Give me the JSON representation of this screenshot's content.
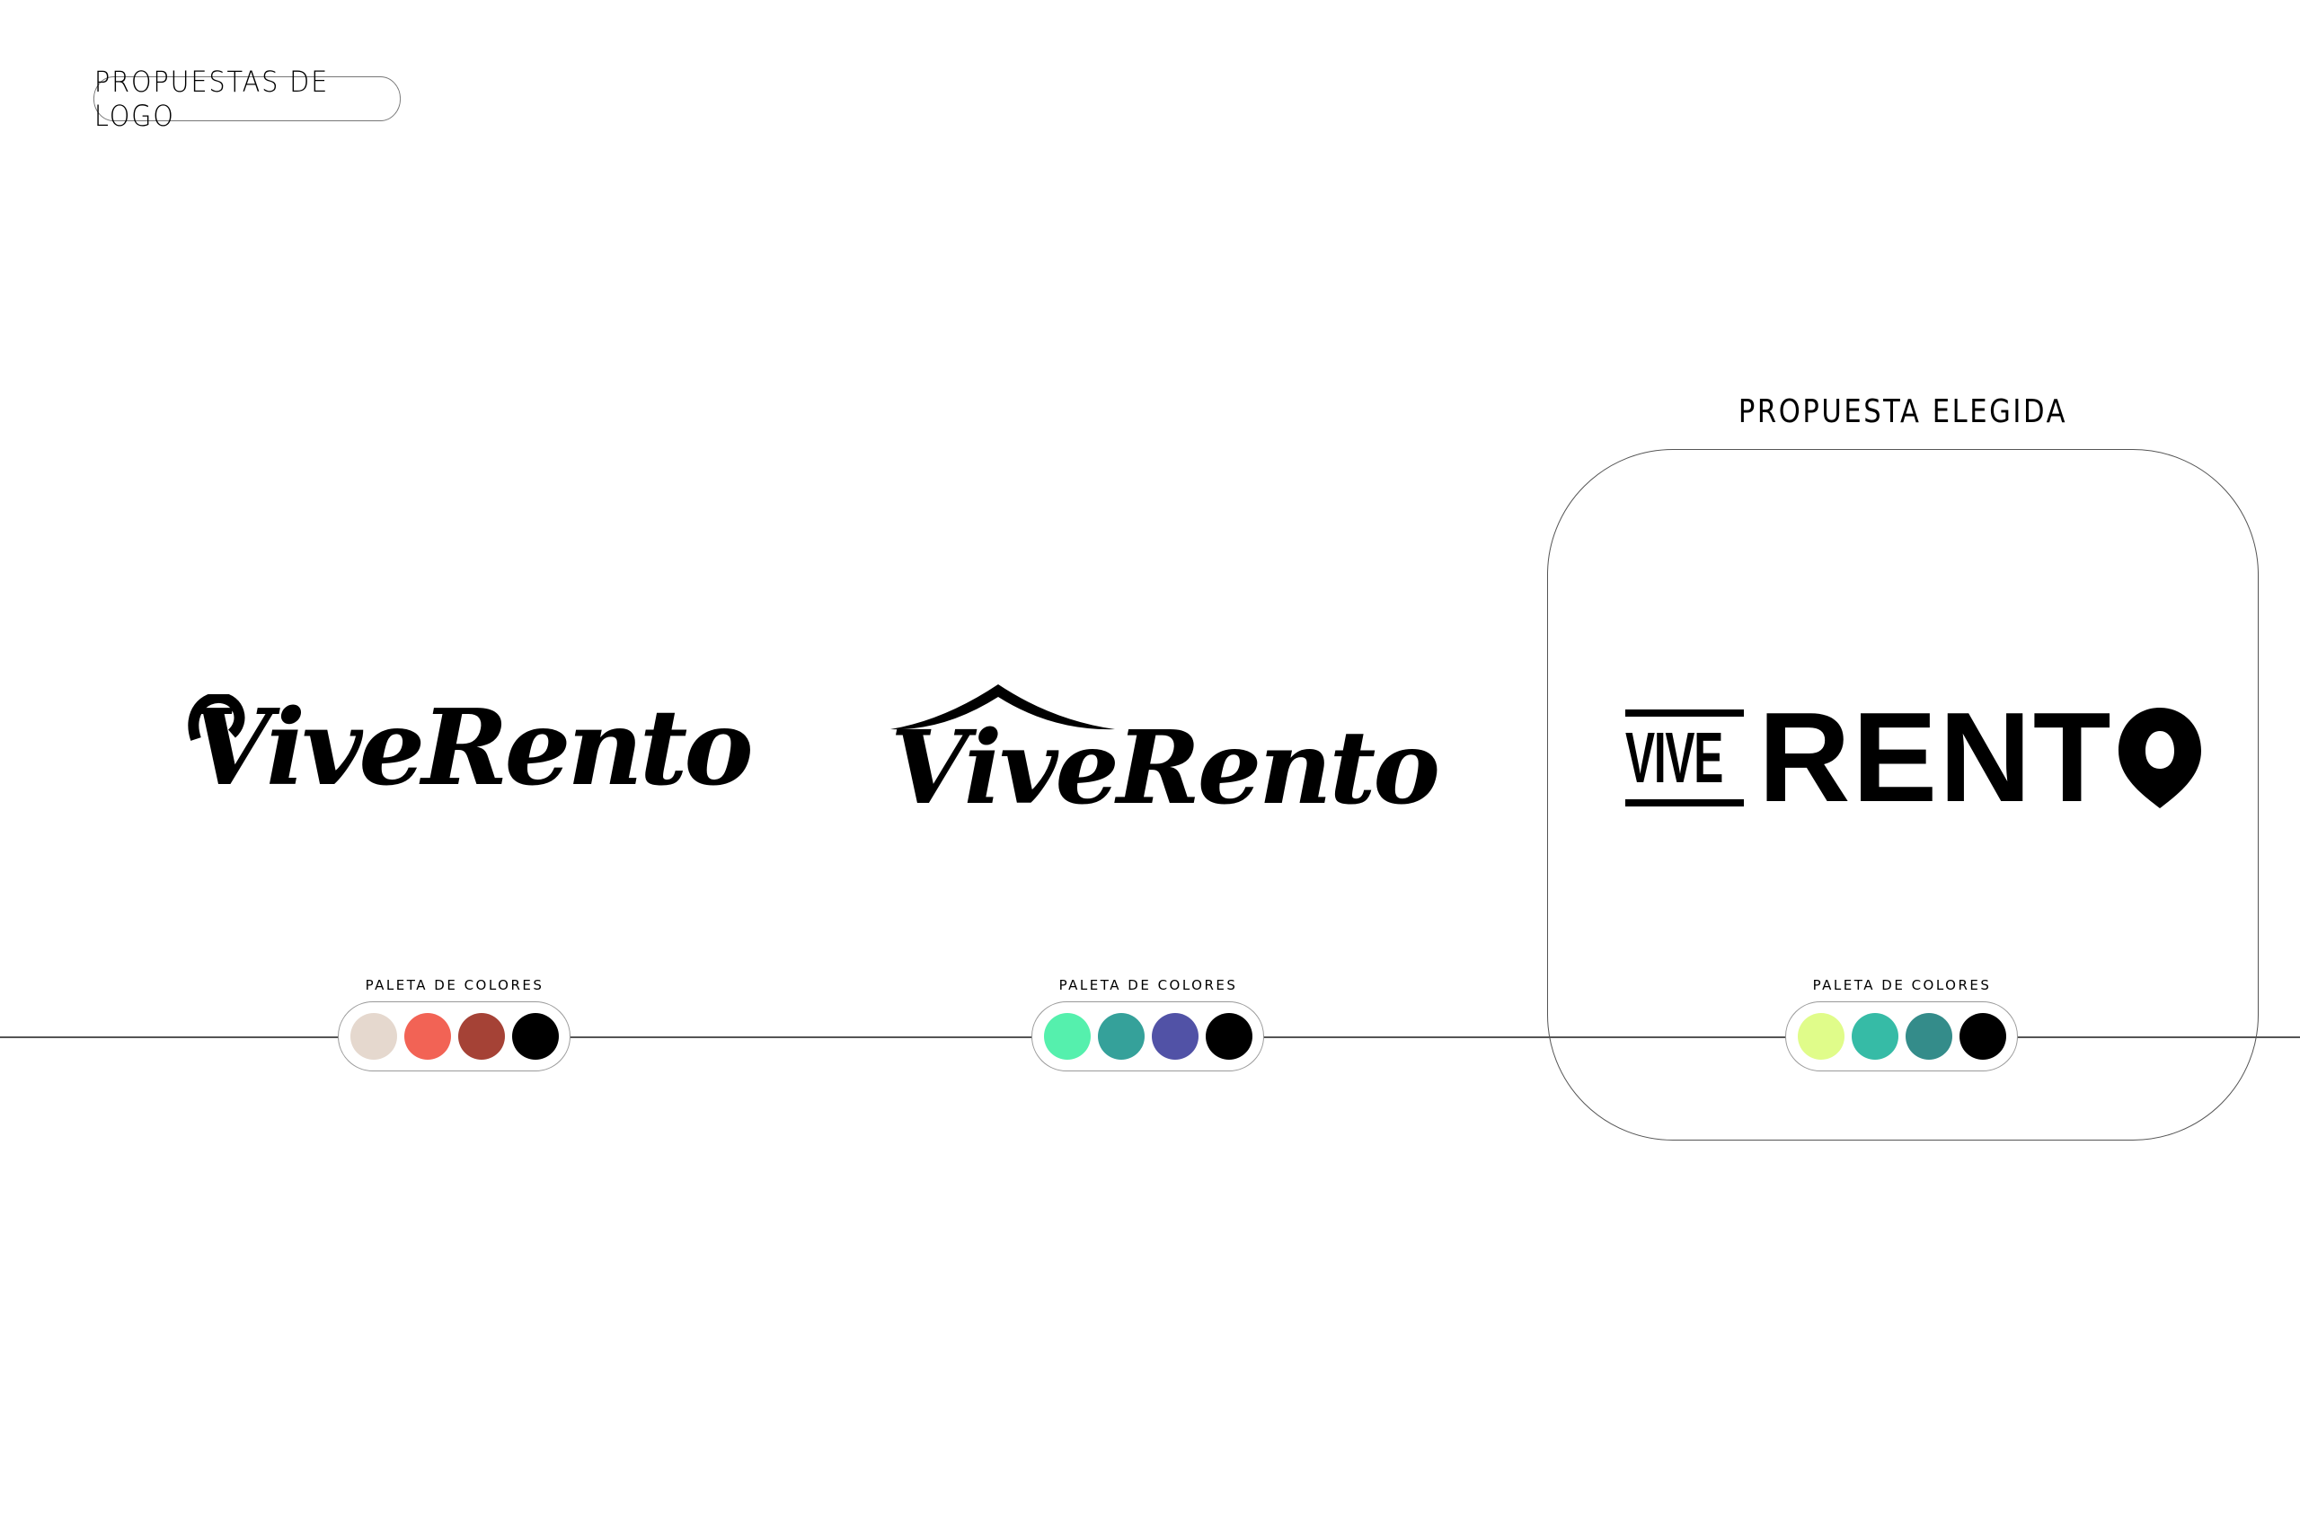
{
  "header": {
    "tag": "PROPUESTAS DE LOGO"
  },
  "chosen": {
    "title": "PROPUESTA ELEGIDA"
  },
  "logos": [
    {
      "name": "ViveRento",
      "text": "ViveRento",
      "palette_label": "PALETA DE COLORES",
      "palette": [
        "#E5D8CE",
        "#F26355",
        "#A54236",
        "#000000"
      ]
    },
    {
      "name": "ViveRento",
      "text": "ViveRento",
      "palette_label": "PALETA DE COLORES",
      "palette": [
        "#55F0AD",
        "#35A19A",
        "#5152A6",
        "#000000"
      ]
    },
    {
      "name": "VIVE RENTO",
      "text_small": "VIVE",
      "text_large": "RENT",
      "palette_label": "PALETA DE COLORES",
      "palette": [
        "#E0FC8A",
        "#36BBA6",
        "#348C8A",
        "#000000"
      ]
    }
  ]
}
